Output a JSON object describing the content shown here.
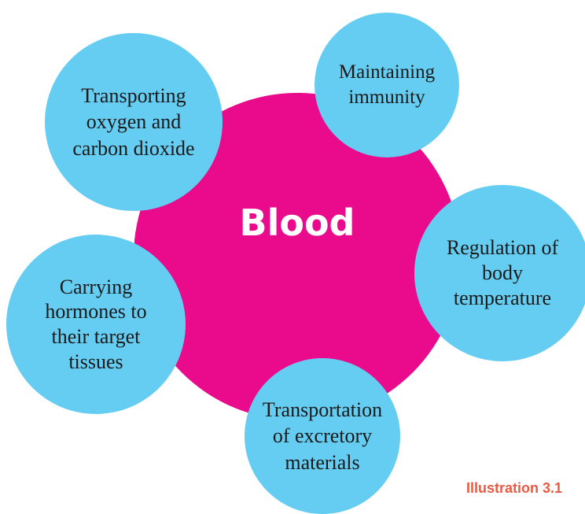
{
  "center": {
    "label": "Blood"
  },
  "functions": [
    "Transporting\noxygen and\ncarbon dioxide",
    "Maintaining\nimmunity",
    "Regulation of\nbody\ntemperature",
    "Carrying\nhormones to\ntheir target\ntissues",
    "Transportation\nof excretory\nmaterials"
  ],
  "caption": "Illustration 3.1",
  "colors": {
    "center": "#ea0a8c",
    "bubbles": "#66cdf2",
    "caption": "#ea5a43"
  }
}
